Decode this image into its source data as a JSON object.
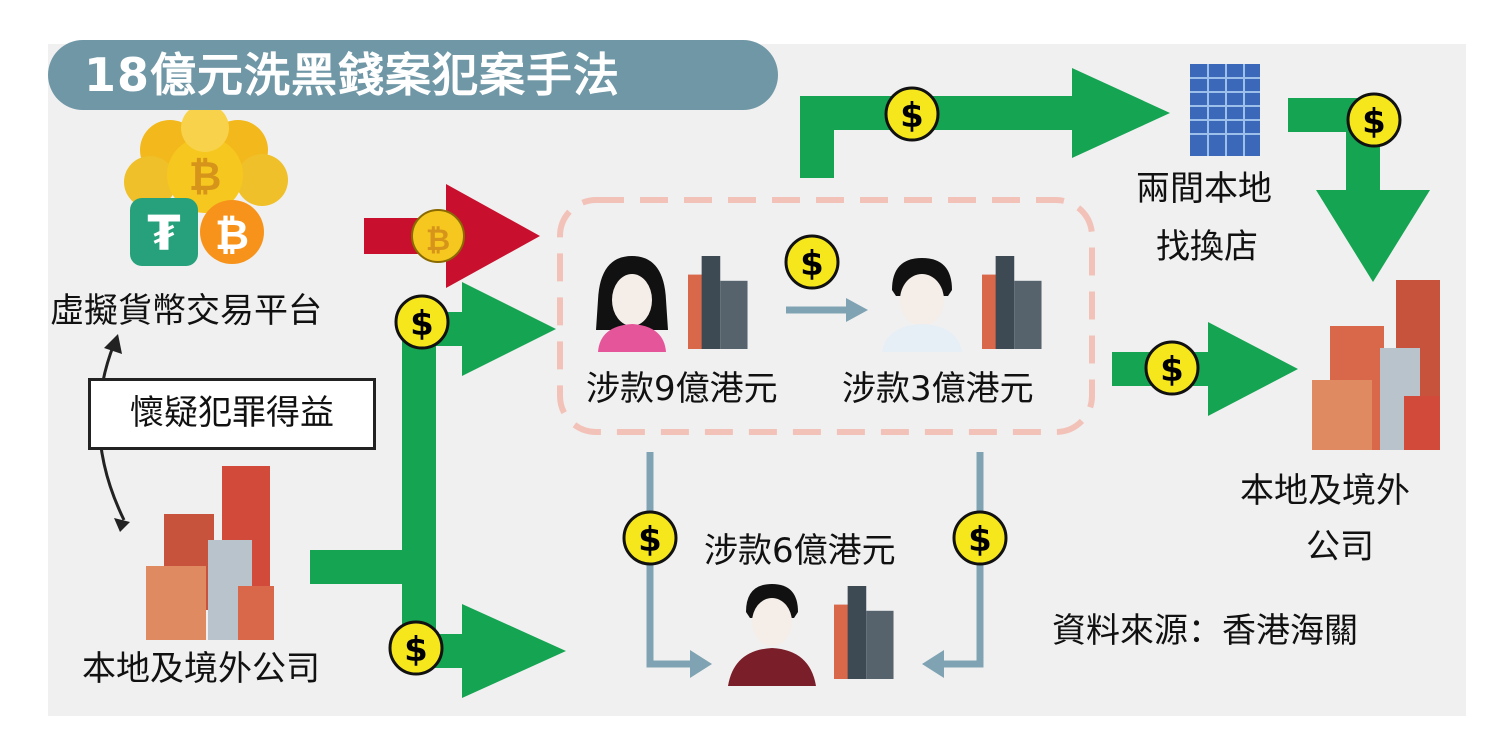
{
  "title": "18億元洗黑錢案犯案手法",
  "nodes": {
    "crypto_platform": "虛擬貨幣交易平台",
    "suspected_proceeds": "懷疑犯罪得益",
    "local_overseas_companies_left": "本地及境外公司",
    "person_woman_amount": "涉款9億港元",
    "person_man1_amount": "涉款3億港元",
    "person_man2_amount": "涉款6億港元",
    "money_changers_line1": "兩間本地",
    "money_changers_line2": "找換店",
    "local_overseas_companies_right_line1": "本地及境外",
    "local_overseas_companies_right_line2": "公司"
  },
  "source": "資料來源：香港海關",
  "icons": {
    "dollar_symbol": "$",
    "bitcoin_symbol": "₿",
    "tether_symbol": "₮"
  },
  "colors": {
    "title_bg": "#6f97a6",
    "green_arrow": "#15a452",
    "red_arrow": "#c8102e",
    "blue_arrow": "#7fa3b3",
    "coin": "#f6e71c",
    "dashed_box": "#f2c2b8"
  }
}
